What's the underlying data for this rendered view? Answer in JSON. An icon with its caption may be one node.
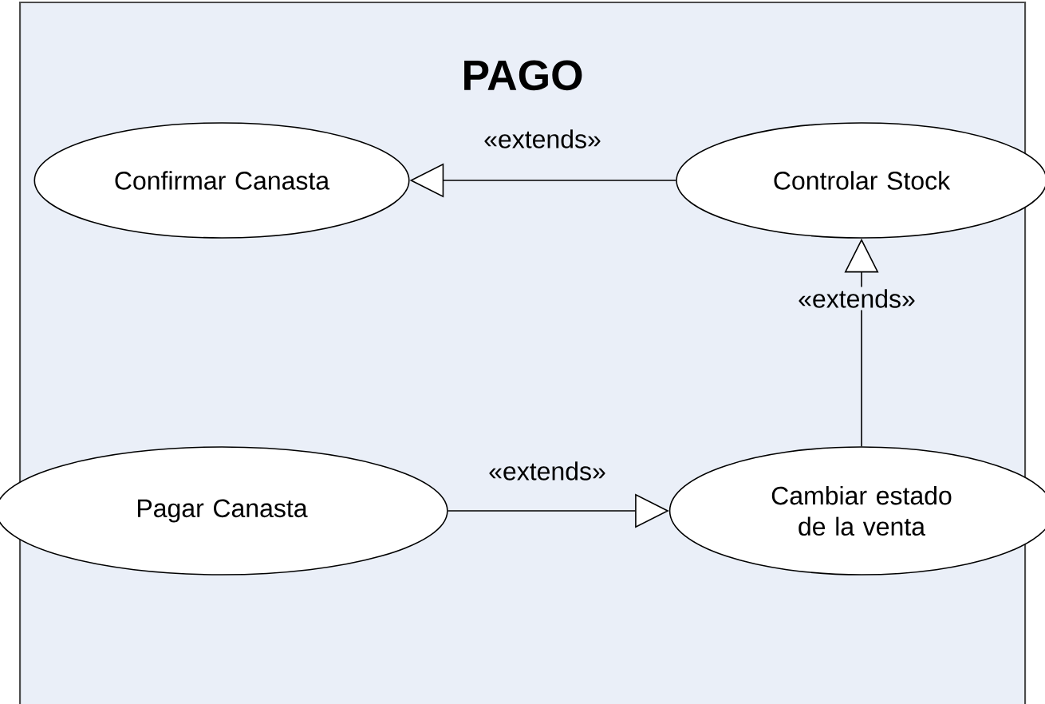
{
  "diagram": {
    "nodes": [
      {
        "text": [
          "PAGO"
        ]
      },
      {
        "text": [
          "Confirmar Canasta"
        ],
        "in": 0
      },
      {
        "text": [
          "Controlar Stock"
        ],
        "in": 0
      },
      {
        "text": [
          "Pagar Canasta"
        ],
        "in": 0
      },
      {
        "text": [
          "Cambiar estado de la venta"
        ],
        "in": 0
      }
    ],
    "edges": [
      {
        "from": 2,
        "to": 1,
        "arrow": "to",
        "label": "«extends»"
      },
      {
        "from": 4,
        "to": 2,
        "arrow": "to",
        "label": "«extends»"
      },
      {
        "from": 3,
        "to": 4,
        "arrow": "to",
        "label": "«extends»"
      }
    ]
  }
}
